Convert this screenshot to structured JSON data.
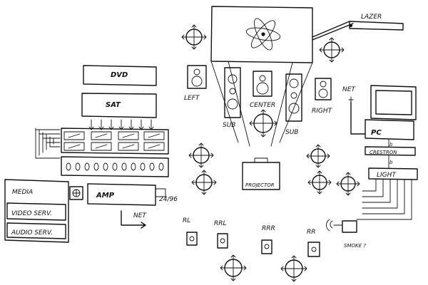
{
  "labels": {
    "lazer": "LAZER",
    "dvd": "DVD",
    "sat": "SAT",
    "left": "LEFT",
    "center": "CENTER",
    "right": "RIGHT",
    "sub_left": "SUB",
    "sub_right": "SUB",
    "net_top": "NET",
    "pc": "PC",
    "crestron": "CRESTRON",
    "light": "LIGHT",
    "media": "MEDIA",
    "video_serv": "VIDEO SERV.",
    "audio_serv": "AUDIO SERV.",
    "amp": "AMP",
    "bitrate": "24/96",
    "net_bottom": "NET",
    "projector": "PROJECTOR",
    "rl": "RL",
    "rrl": "RRL",
    "rrr": "RRR",
    "rr": "RR",
    "smoke": "SMOKE ?"
  },
  "colors": {
    "ink": "#111111",
    "paper": "#ffffff"
  },
  "icons": [
    "atom-icon",
    "stage-light-icon",
    "speaker-icon",
    "crosshair-arrows-icon",
    "monitor-icon",
    "smoke-machine-icon",
    "arrow-icon"
  ]
}
